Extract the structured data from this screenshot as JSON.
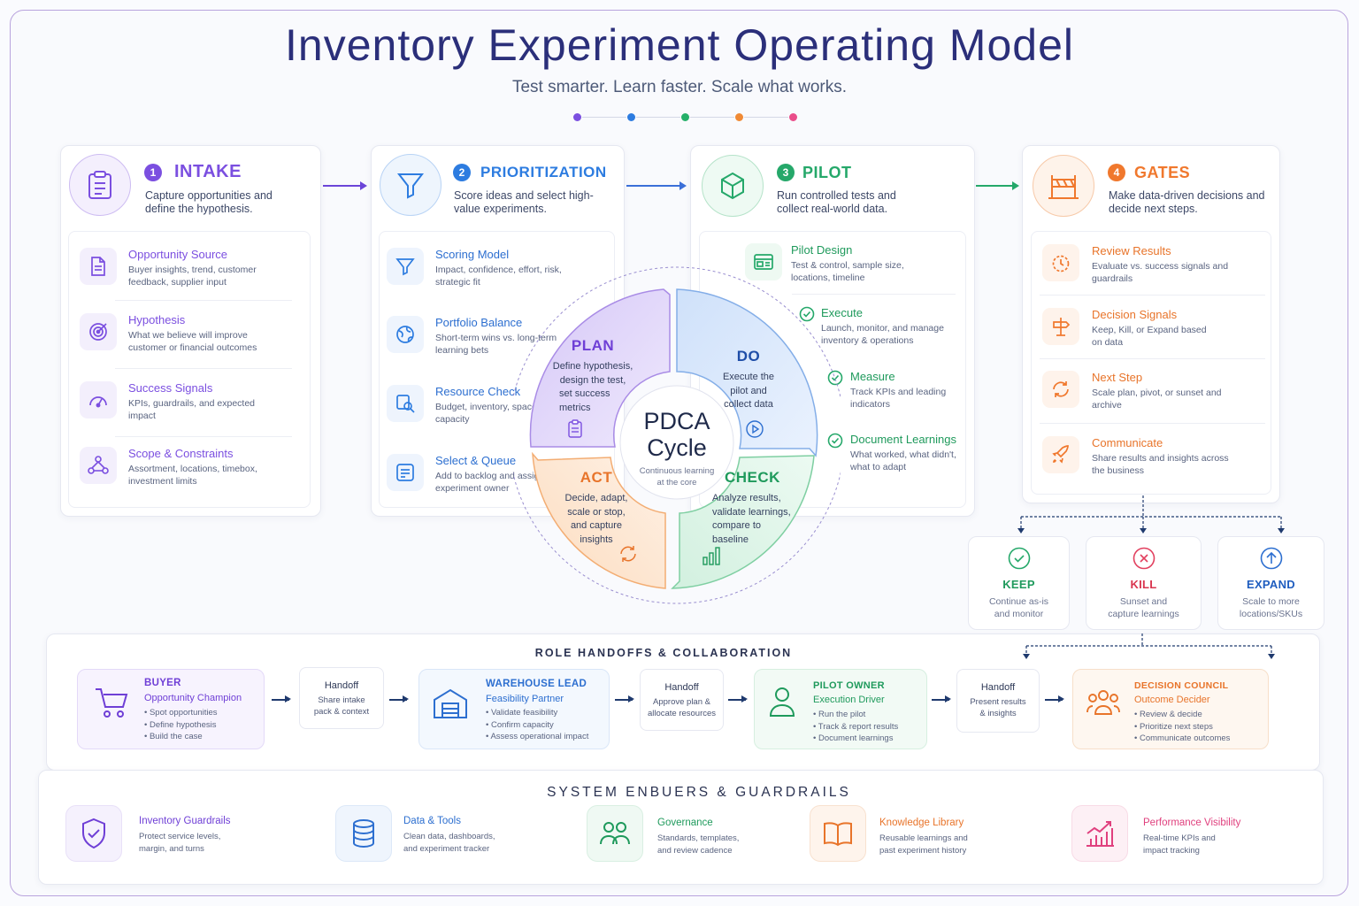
{
  "header": {
    "title": "Inventory Experiment Operating Model",
    "subtitle": "Test smarter. Learn faster. Scale what works.",
    "dot_colors": [
      "#7b4fe0",
      "#2d7ce0",
      "#25b069",
      "#f08a35",
      "#ea4d8a"
    ]
  },
  "colors": {
    "intake": "#7b4fe0",
    "prioritization": "#2d7ce0",
    "pilot": "#25a86a",
    "gates": "#f0782d",
    "navy": "#1f3a6e"
  },
  "stages": [
    {
      "number": "1",
      "title": "INTAKE",
      "description": "Capture opportunities and define the hypothesis.",
      "icon": "clipboard-icon",
      "items": [
        {
          "title": "Opportunity Source",
          "description": "Buyer insights, trend, customer feedback, supplier input",
          "icon": "document-icon"
        },
        {
          "title": "Hypothesis",
          "description": "What we believe will improve customer or financial outcomes",
          "icon": "target-icon"
        },
        {
          "title": "Success Signals",
          "description": "KPIs, guardrails, and expected impact",
          "icon": "gauge-icon"
        },
        {
          "title": "Scope & Constraints",
          "description": "Assortment, locations, timebox, investment limits",
          "icon": "network-icon"
        }
      ]
    },
    {
      "number": "2",
      "title": "PRIORITIZATION",
      "description": "Score ideas and select high-value experiments.",
      "icon": "funnel-icon",
      "items": [
        {
          "title": "Scoring Model",
          "description": "Impact, confidence, effort, risk, strategic fit",
          "icon": "funnel-icon"
        },
        {
          "title": "Portfolio Balance",
          "description": "Short-term wins vs. long-term learning bets",
          "icon": "globe-icon"
        },
        {
          "title": "Resource Check",
          "description": "Budget, inventory, space, team capacity",
          "icon": "inspect-icon"
        },
        {
          "title": "Select & Queue",
          "description": "Add to backlog and assign experiment owner",
          "icon": "queue-icon"
        }
      ]
    },
    {
      "number": "3",
      "title": "PILOT",
      "description": "Run controlled tests and collect real-world data.",
      "icon": "cube-icon",
      "items": [
        {
          "title": "Pilot Design",
          "description": "Test & control, sample size, locations, timeline",
          "icon": "dashboard-icon"
        },
        {
          "title": "Execute",
          "description": "Launch, monitor, and manage inventory & operations",
          "icon": "check-circle-icon"
        },
        {
          "title": "Measure",
          "description": "Track KPIs and leading indicators",
          "icon": "check-circle-icon"
        },
        {
          "title": "Document Learnings",
          "description": "What worked, what didn't, what to adapt",
          "icon": "check-circle-icon"
        }
      ]
    },
    {
      "number": "4",
      "title": "GATES",
      "description": "Make data-driven decisions and decide next steps.",
      "icon": "barrier-icon",
      "items": [
        {
          "title": "Review Results",
          "description": "Evaluate vs. success signals and guardrails",
          "icon": "timer-icon"
        },
        {
          "title": "Decision Signals",
          "description": "Keep, Kill, or Expand based on data",
          "icon": "signpost-icon"
        },
        {
          "title": "Next Step",
          "description": "Scale plan, pivot, or sunset and archive",
          "icon": "refresh-icon"
        },
        {
          "title": "Communicate",
          "description": "Share results and insights across the business",
          "icon": "rocket-icon"
        }
      ]
    }
  ],
  "pdca": {
    "center_title_1": "PDCA",
    "center_title_2": "Cycle",
    "center_caption": "Continuous learning at the core",
    "plan": {
      "title": "PLAN",
      "lines": [
        "Define hypothesis,",
        "design the test,",
        "set success",
        "metrics"
      ]
    },
    "do": {
      "title": "DO",
      "lines": [
        "Execute the",
        "pilot and",
        "collect data"
      ]
    },
    "check": {
      "title": "CHECK",
      "lines": [
        "Analyze results,",
        "validate learnings,",
        "compare to",
        "baseline"
      ]
    },
    "act": {
      "title": "ACT",
      "lines": [
        "Decide, adapt,",
        "scale or stop,",
        "and capture",
        "insights"
      ]
    }
  },
  "outcomes": [
    {
      "title": "KEEP",
      "lines": [
        "Continue as-is",
        "and monitor"
      ],
      "color": "#25a86a",
      "icon": "check-icon"
    },
    {
      "title": "KILL",
      "lines": [
        "Sunset and",
        "capture learnings"
      ],
      "color": "#e2405f",
      "icon": "x-icon"
    },
    {
      "title": "EXPAND",
      "lines": [
        "Scale to more",
        "locations/SKUs"
      ],
      "color": "#2d6fd0",
      "icon": "arrow-up-icon"
    }
  ],
  "roles_section": {
    "label": "ROLE HANDOFFS & COLLABORATION",
    "roles": [
      {
        "title": "BUYER",
        "subtitle": "Opportunity Champion",
        "tasks": [
          "Spot opportunities",
          "Define hypothesis",
          "Build the case"
        ],
        "color": "#6f3fd6",
        "icon": "cart-icon"
      },
      {
        "title": "WAREHOUSE LEAD",
        "subtitle": "Feasibility Partner",
        "tasks": [
          "Validate feasibility",
          "Confirm capacity",
          "Assess operational impact"
        ],
        "color": "#2d6fd0",
        "icon": "warehouse-icon"
      },
      {
        "title": "PILOT OWNER",
        "subtitle": "Execution Driver",
        "tasks": [
          "Run the pilot",
          "Track & report results",
          "Document learnings"
        ],
        "color": "#1f9a5c",
        "icon": "person-icon"
      },
      {
        "title": "DECISION COUNCIL",
        "subtitle": "Outcome Decider",
        "tasks": [
          "Review & decide",
          "Prioritize next steps",
          "Communicate outcomes"
        ],
        "color": "#e8742a",
        "icon": "group-icon"
      }
    ],
    "handoffs": [
      {
        "title": "Handoff",
        "lines": [
          "Share intake",
          "pack & context"
        ]
      },
      {
        "title": "Handoff",
        "lines": [
          "Approve plan &",
          "allocate resources"
        ]
      },
      {
        "title": "Handoff",
        "lines": [
          "Present results",
          "& insights"
        ]
      }
    ]
  },
  "guardrails_section": {
    "label": "SYSTEM ENBUERS & GUARDRAILS",
    "items": [
      {
        "title": "Inventory Guardrails",
        "lines": [
          "Protect service levels,",
          "margin, and turns"
        ],
        "color": "#6f3fd6",
        "icon": "shield-icon"
      },
      {
        "title": "Data & Tools",
        "lines": [
          "Clean data, dashboards,",
          "and experiment tracker"
        ],
        "color": "#2d6fd0",
        "icon": "database-icon"
      },
      {
        "title": "Governance",
        "lines": [
          "Standards, templates,",
          "and review cadence"
        ],
        "color": "#1f9a5c",
        "icon": "people-icon"
      },
      {
        "title": "Knowledge Library",
        "lines": [
          "Reusable learnings and",
          "past experiment history"
        ],
        "color": "#e8742a",
        "icon": "book-icon"
      },
      {
        "title": "Performance Visibility",
        "lines": [
          "Real-time KPIs and",
          "impact tracking"
        ],
        "color": "#e0407e",
        "icon": "trend-chart-icon"
      }
    ]
  }
}
